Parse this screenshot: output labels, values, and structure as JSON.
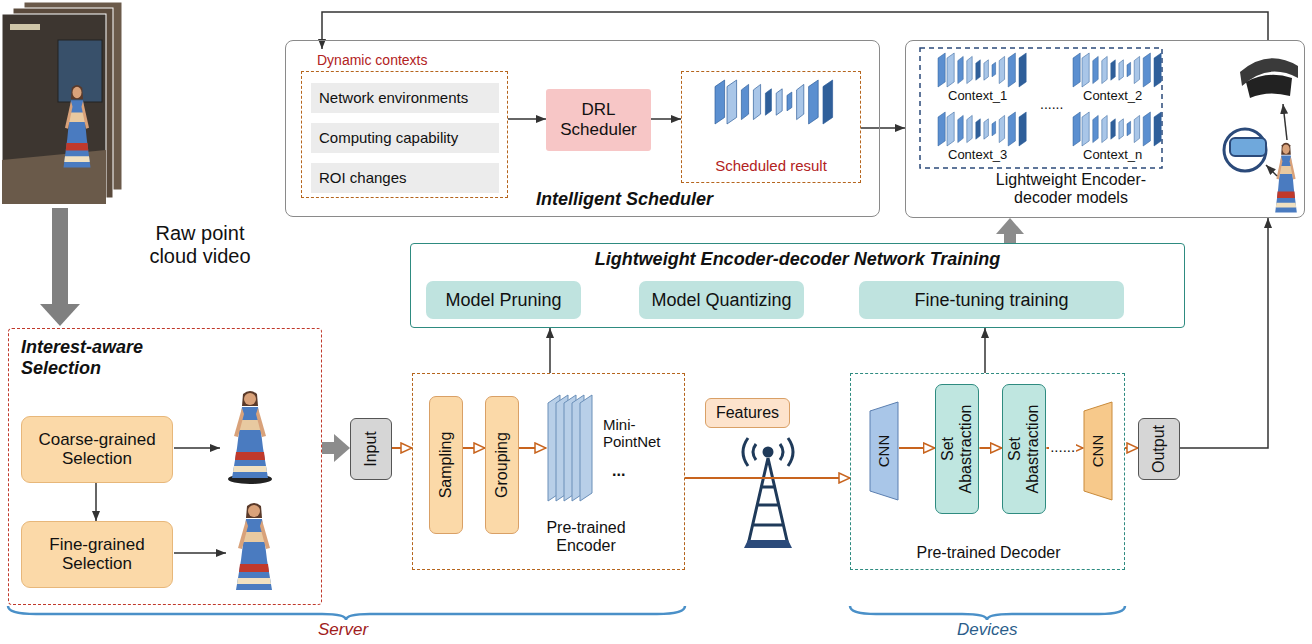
{
  "diagram": {
    "nodes": [
      {
        "text": [
          "Intelligent Scheduler"
        ]
      },
      {
        "text": [
          "Dynamic contexts"
        ],
        "in": 0
      },
      {
        "text": [
          "Network environments"
        ],
        "in": 1
      },
      {
        "text": [
          "Computing capability"
        ],
        "in": 1
      },
      {
        "text": [
          "ROI changes"
        ],
        "in": 1
      },
      {
        "text": [
          "DRL Scheduler"
        ],
        "in": 0
      },
      {
        "text": [
          "Scheduled result"
        ],
        "in": 0
      },
      {
        "text": [
          "Lightweight Encoder-decoder models"
        ]
      },
      {
        "text": [
          "Lightweight Encoder-decoder Network Training"
        ]
      },
      {
        "text": [
          "Model Pruning"
        ],
        "in": 8
      },
      {
        "text": [
          "Model Quantizing"
        ],
        "in": 8
      },
      {
        "text": [
          "Fine-tuning training"
        ],
        "in": 8
      },
      {
        "text": [
          "Interest-aware Selection"
        ]
      },
      {
        "text": [
          "Coarse-grained Selection"
        ],
        "in": 12
      },
      {
        "text": [
          "Fine-grained Selection"
        ],
        "in": 12
      },
      {
        "text": [
          "Input"
        ]
      },
      {
        "text": [
          "Pre-trained Encoder"
        ]
      },
      {
        "text": [
          "Sampling"
        ],
        "in": 16
      },
      {
        "text": [
          "Grouping"
        ],
        "in": 16
      },
      {
        "text": [
          "Mini-PointNet"
        ],
        "in": 16
      },
      {
        "text": [
          "Features"
        ]
      },
      {
        "text": [
          "Pre-trained Decoder"
        ]
      },
      {
        "text": [
          "CNN"
        ],
        "in": 21
      },
      {
        "text": [
          "Set Abastraction"
        ],
        "in": 21
      },
      {
        "text": [
          "Set Abastraction"
        ],
        "in": 21
      },
      {
        "text": [
          "CNN"
        ],
        "in": 21
      },
      {
        "text": [
          "Output"
        ]
      }
    ],
    "edges": [
      {
        "from": 1,
        "to": 5,
        "arrow": "to"
      },
      {
        "from": 5,
        "to": 6,
        "arrow": "to"
      },
      {
        "from": 6,
        "to": 7,
        "arrow": "to"
      },
      {
        "from": 7,
        "to": 1,
        "arrow": "to"
      },
      {
        "from": 8,
        "to": 7,
        "arrow": "to"
      },
      {
        "from": 16,
        "to": 8,
        "arrow": "to"
      },
      {
        "from": 21,
        "to": 8,
        "arrow": "to"
      },
      {
        "from": 12,
        "to": 15,
        "arrow": "to"
      },
      {
        "from": 15,
        "to": 16,
        "arrow": "to"
      },
      {
        "from": 17,
        "to": 18,
        "arrow": "to"
      },
      {
        "from": 18,
        "to": 19,
        "arrow": "to"
      },
      {
        "from": 16,
        "to": 21,
        "arrow": "to"
      },
      {
        "from": 22,
        "to": 23,
        "arrow": "to"
      },
      {
        "from": 23,
        "to": 24,
        "arrow": "to"
      },
      {
        "from": 24,
        "to": 25,
        "label": "......",
        "arrow": "to"
      },
      {
        "from": 21,
        "to": 26,
        "arrow": "to"
      },
      {
        "from": 26,
        "to": 7,
        "arrow": "to"
      },
      {
        "from": 13,
        "to": 14,
        "arrow": "to"
      }
    ],
    "labels": [
      "Raw point cloud video",
      "Context_1",
      "Context_2",
      "......",
      "Context_3",
      "Context_n",
      "...",
      "Server",
      "Devices"
    ]
  }
}
